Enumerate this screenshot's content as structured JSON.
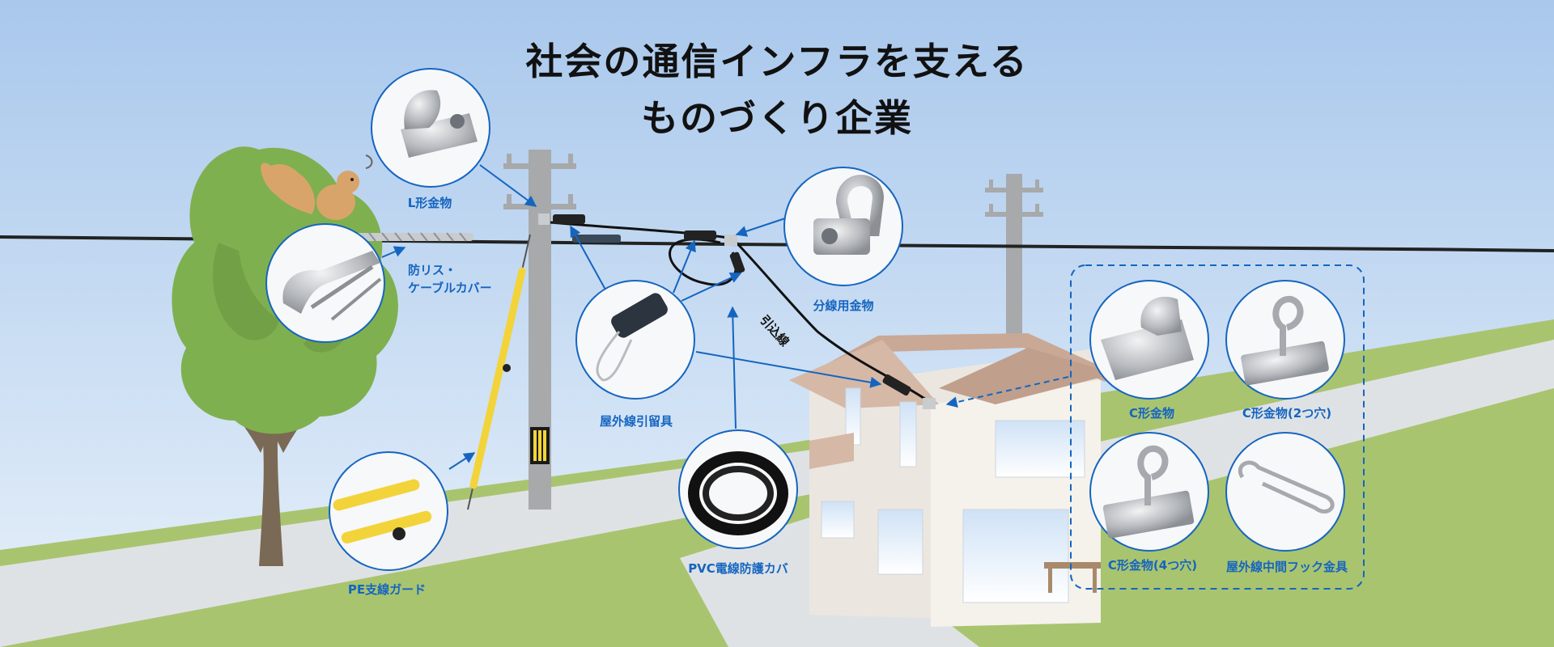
{
  "headline": {
    "line1": "社会の通信インフラを支える",
    "line2": "ものづくり企業"
  },
  "products": {
    "l_bracket": "L形金物",
    "anti_squirrel_cover_line1": "防リス・",
    "anti_squirrel_cover_line2": "ケーブルカバー",
    "branch_fitting": "分線用金物",
    "outdoor_clamp": "屋外線引留具",
    "pvc_cover": "PVC電線防護カバ",
    "pe_guard": "PE支線ガード",
    "c_fitting": "C形金物",
    "c_fitting_2hole": "C形金物(2つ穴)",
    "c_fitting_4hole": "C形金物(4つ穴)",
    "mid_hook": "屋外線中間フック金具"
  },
  "cable": {
    "label": "引込線"
  },
  "colors": {
    "sky_top": "#a9c8ec",
    "sky_bottom": "#e6f0fa",
    "grass": "#a9c46f",
    "road": "#dfe2e5",
    "accent_blue": "#1565c0",
    "tree_green": "#7fb04f",
    "trunk": "#7a6a55",
    "roof": "#c9a896",
    "house_wall": "#ebe7e0",
    "pole": "#a7a9ab",
    "guard_yellow": "#f2d43a"
  }
}
